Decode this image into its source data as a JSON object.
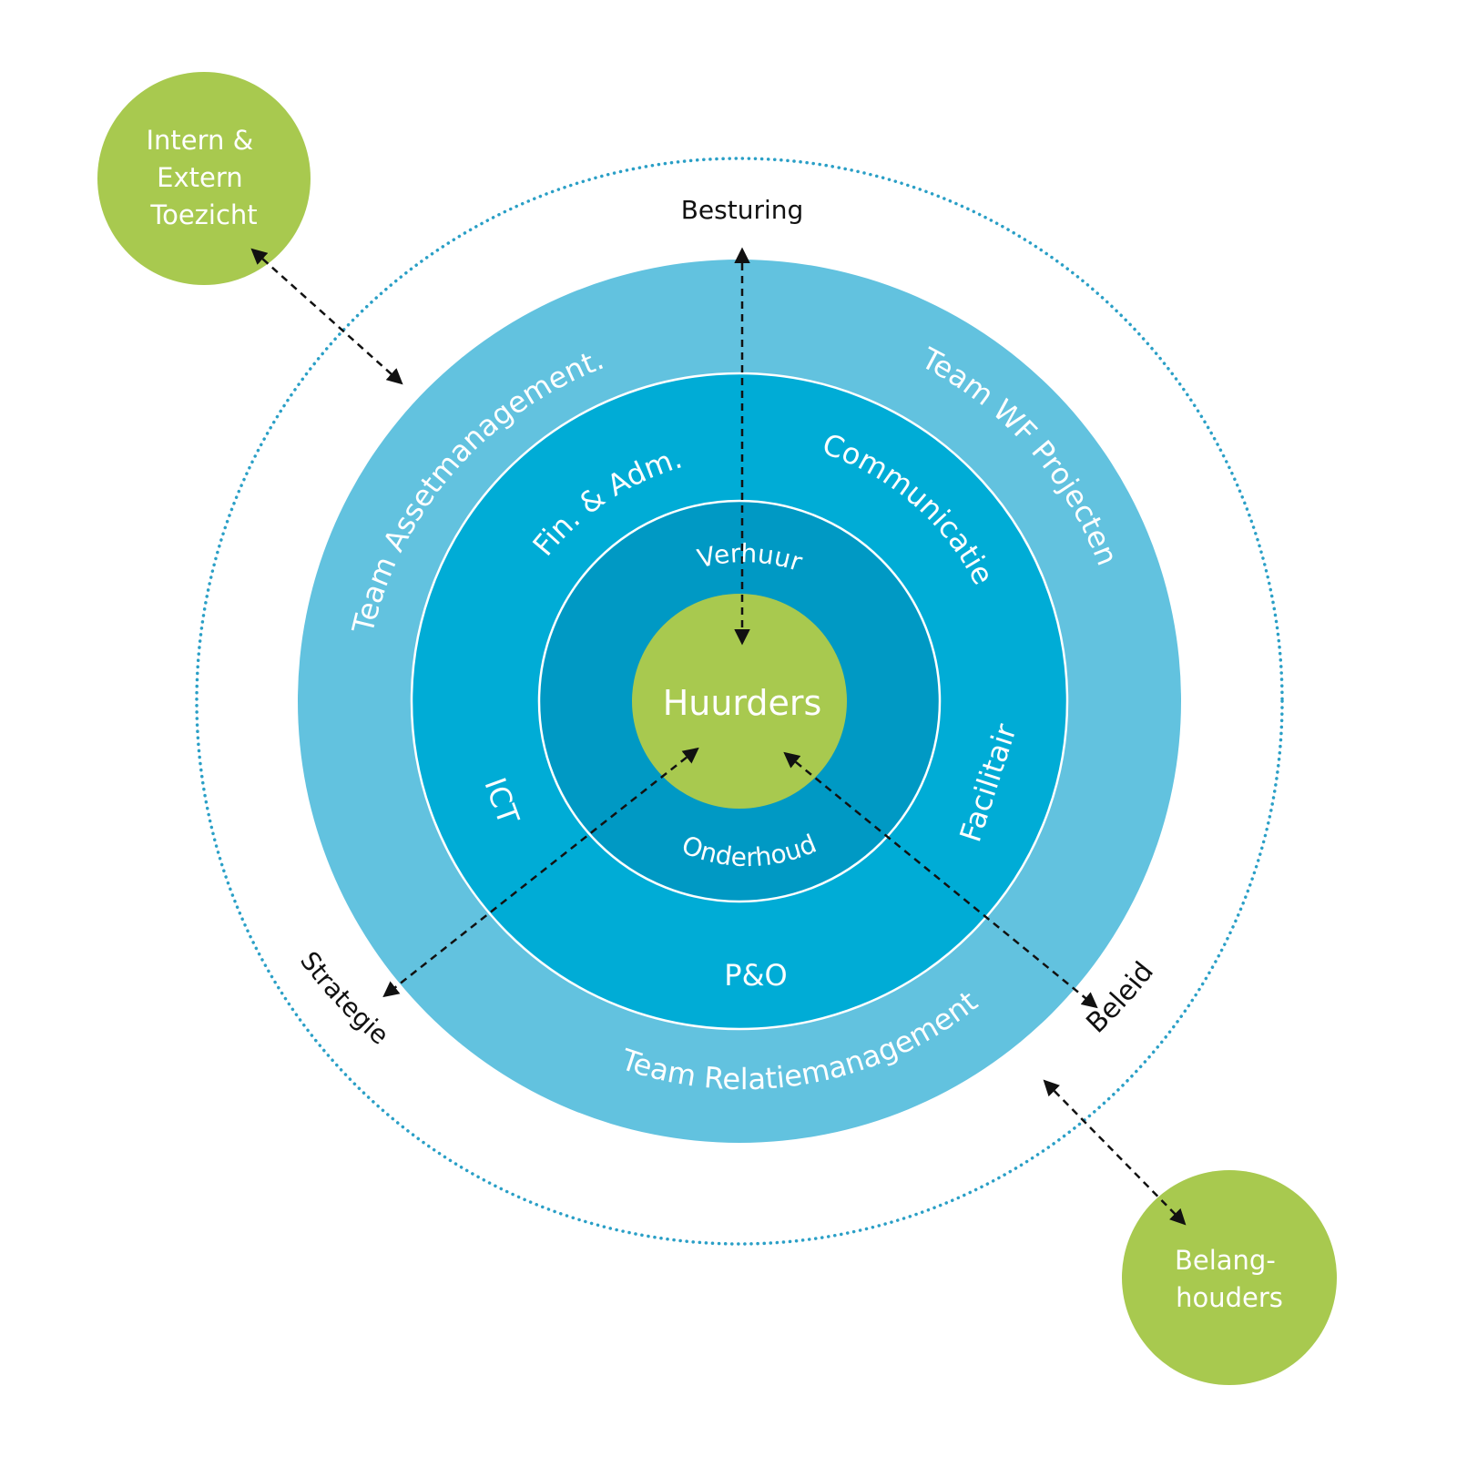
{
  "colors": {
    "green": "#a8c94f",
    "outer_ring": "#62c2df",
    "middle_ring": "#00acd6",
    "inner_ring": "#0099c4",
    "dotted_circle": "#2a9fc6",
    "white_line": "#ffffff",
    "arrow": "#111111"
  },
  "center": {
    "label": "Huurders"
  },
  "inner_ring": {
    "top": "Verhuur",
    "bottom": "Onderhoud"
  },
  "middle_ring": {
    "fin": "Fin. & Adm.",
    "communicatie": "Communicatie",
    "ict": "ICT",
    "facilitair": "Facilitair",
    "po": "P&O"
  },
  "outer_ring": {
    "asset": "Team Assetmanagement.",
    "wf": "Team WF Projecten",
    "relatie": "Team Relatiemanagement"
  },
  "axes": {
    "besturing": "Besturing",
    "strategie": "Strategie",
    "beleid": "Beleid"
  },
  "satellites": {
    "toezicht": [
      "Intern &",
      "Extern",
      "Toezicht"
    ],
    "belanghouders": [
      "Belang-",
      "houders"
    ]
  }
}
